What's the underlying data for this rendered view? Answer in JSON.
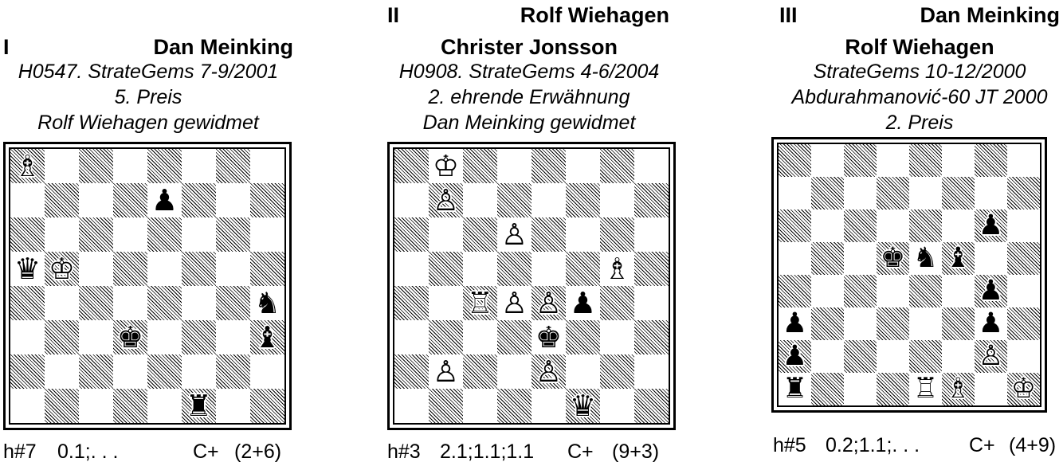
{
  "problems": [
    {
      "number": "I",
      "authors": [
        "Dan Meinking"
      ],
      "source_lines": [
        "H0547. StrateGems 7-9/2001",
        "5. Preis",
        "Rolf Wiehagen gewidmet"
      ],
      "pieces": [
        {
          "square": "a8",
          "glyph": "♗",
          "color": "white",
          "name": "white-bishop"
        },
        {
          "square": "e7",
          "glyph": "♟",
          "color": "black",
          "name": "black-pawn"
        },
        {
          "square": "a5",
          "glyph": "♛",
          "color": "black",
          "name": "black-queen"
        },
        {
          "square": "b5",
          "glyph": "♔",
          "color": "white",
          "name": "white-king"
        },
        {
          "square": "h4",
          "glyph": "♞",
          "color": "black",
          "name": "black-knight"
        },
        {
          "square": "d3",
          "glyph": "♚",
          "color": "white-outline",
          "name": "black-king"
        },
        {
          "square": "h3",
          "glyph": "♝",
          "color": "black",
          "name": "black-bishop"
        },
        {
          "square": "f1",
          "glyph": "♜",
          "color": "black",
          "name": "black-rook"
        }
      ],
      "stipulation": "h#7",
      "solutions": "0.1;. . .",
      "computer_tested": "C+",
      "piece_count": "(2+6)"
    },
    {
      "number": "II",
      "authors": [
        "Rolf Wiehagen",
        "Christer Jonsson"
      ],
      "source_lines": [
        "H0908. StrateGems 4-6/2004",
        "2. ehrende Erwähnung",
        "Dan Meinking gewidmet"
      ],
      "pieces": [
        {
          "square": "b8",
          "glyph": "♔",
          "color": "white",
          "name": "white-king"
        },
        {
          "square": "b7",
          "glyph": "♙",
          "color": "white",
          "name": "white-pawn"
        },
        {
          "square": "d6",
          "glyph": "♙",
          "color": "white",
          "name": "white-pawn"
        },
        {
          "square": "g5",
          "glyph": "♗",
          "color": "white",
          "name": "white-bishop"
        },
        {
          "square": "c4",
          "glyph": "♖",
          "color": "white",
          "name": "white-rook"
        },
        {
          "square": "d4",
          "glyph": "♙",
          "color": "white",
          "name": "white-pawn"
        },
        {
          "square": "e4",
          "glyph": "♙",
          "color": "white",
          "name": "white-pawn"
        },
        {
          "square": "f4",
          "glyph": "♟",
          "color": "black",
          "name": "black-pawn"
        },
        {
          "square": "e3",
          "glyph": "♚",
          "color": "white-outline",
          "name": "black-king"
        },
        {
          "square": "b2",
          "glyph": "♙",
          "color": "white",
          "name": "white-pawn"
        },
        {
          "square": "e2",
          "glyph": "♙",
          "color": "white",
          "name": "white-pawn"
        },
        {
          "square": "f1",
          "glyph": "♛",
          "color": "black",
          "name": "black-queen"
        }
      ],
      "stipulation": "h#3",
      "solutions": "2.1;1.1;1.1",
      "computer_tested": "C+",
      "piece_count": "(9+3)"
    },
    {
      "number": "III",
      "authors": [
        "Dan Meinking",
        "Rolf Wiehagen"
      ],
      "source_lines": [
        "StrateGems 10-12/2000",
        "Abdurahmanović-60 JT 2000",
        "2. Preis"
      ],
      "pieces": [
        {
          "square": "g6",
          "glyph": "♟",
          "color": "black",
          "name": "black-pawn"
        },
        {
          "square": "d5",
          "glyph": "♚",
          "color": "white-outline",
          "name": "black-king"
        },
        {
          "square": "e5",
          "glyph": "♞",
          "color": "black",
          "name": "black-knight"
        },
        {
          "square": "f5",
          "glyph": "♝",
          "color": "black",
          "name": "black-bishop"
        },
        {
          "square": "g4",
          "glyph": "♟",
          "color": "black",
          "name": "black-pawn"
        },
        {
          "square": "a3",
          "glyph": "♟",
          "color": "black",
          "name": "black-pawn"
        },
        {
          "square": "g3",
          "glyph": "♟",
          "color": "black",
          "name": "black-pawn"
        },
        {
          "square": "a2",
          "glyph": "♟",
          "color": "black",
          "name": "black-pawn"
        },
        {
          "square": "g2",
          "glyph": "♙",
          "color": "white",
          "name": "white-pawn"
        },
        {
          "square": "a1",
          "glyph": "♜",
          "color": "black",
          "name": "black-rook"
        },
        {
          "square": "e1",
          "glyph": "♖",
          "color": "white",
          "name": "white-rook"
        },
        {
          "square": "f1",
          "glyph": "♗",
          "color": "white",
          "name": "white-bishop"
        },
        {
          "square": "h1",
          "glyph": "♔",
          "color": "white",
          "name": "white-king"
        }
      ],
      "stipulation": "h#5",
      "solutions": "0.2;1.1;. . .",
      "computer_tested": "C+",
      "piece_count": "(4+9)"
    }
  ]
}
